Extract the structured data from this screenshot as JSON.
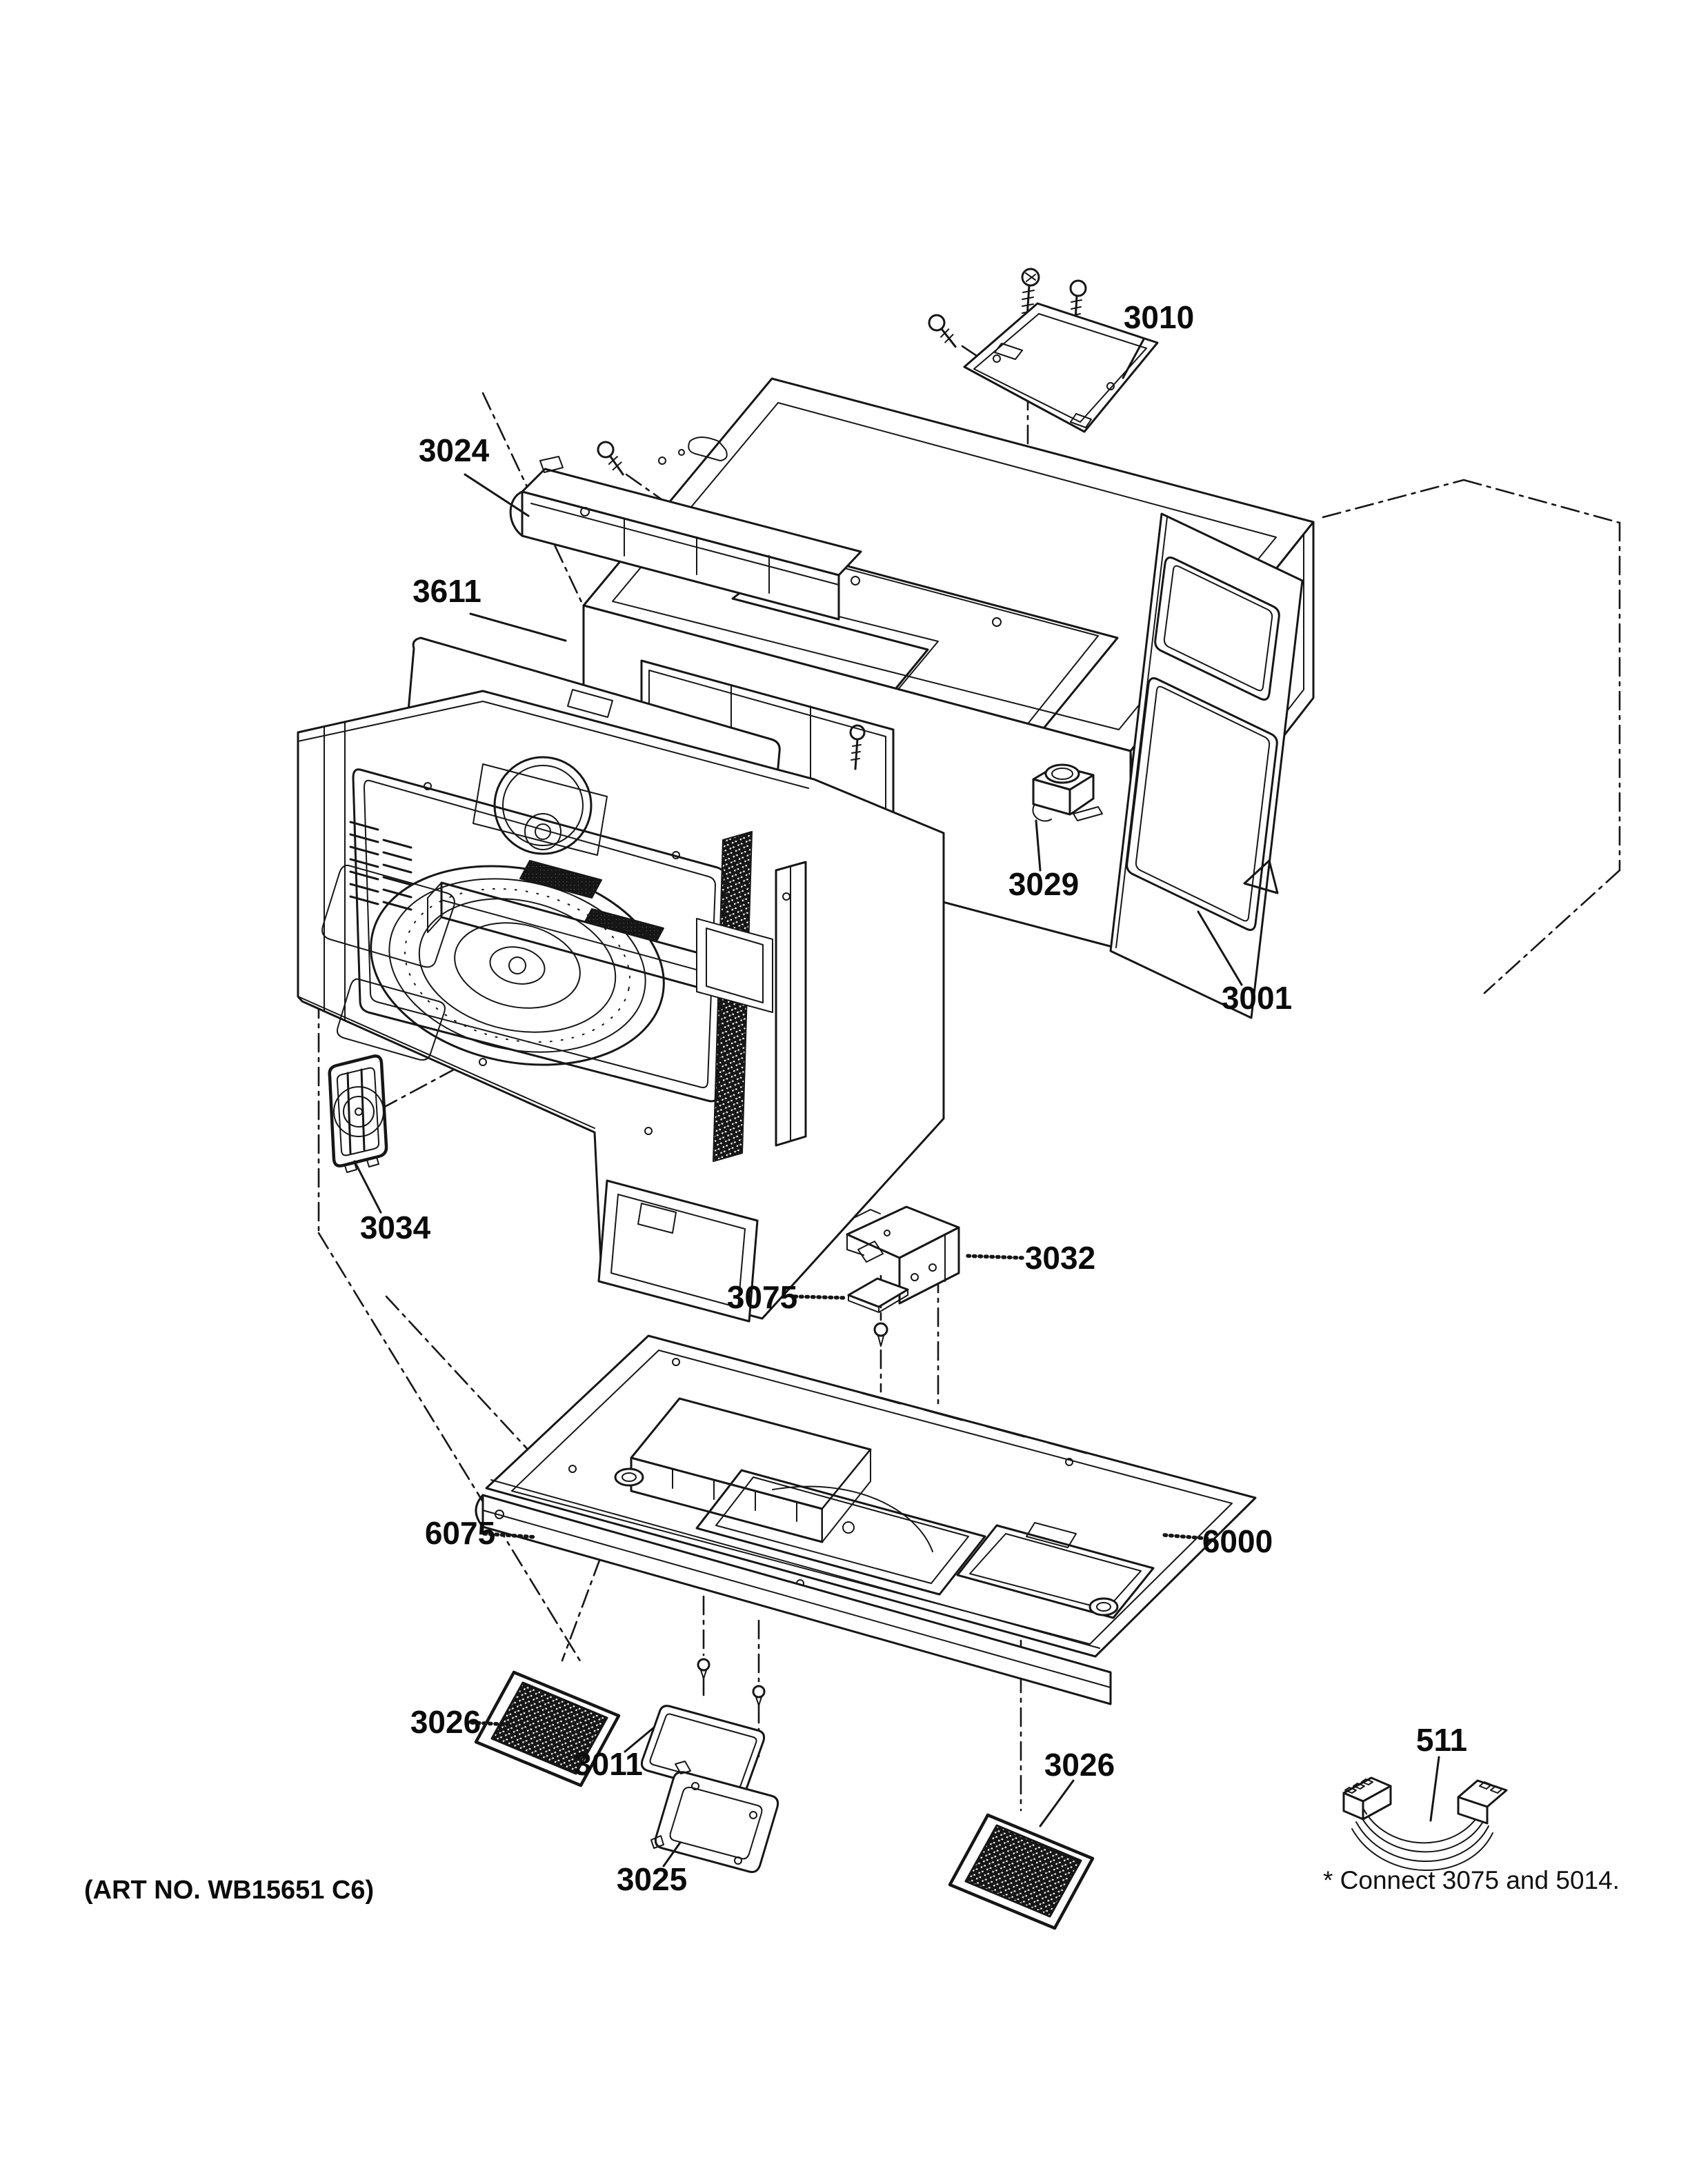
{
  "diagram": {
    "art_no": "(ART NO. WB15651 C6)",
    "footnote": "* Connect 3075 and 5014.",
    "colors": {
      "ink": "#161616",
      "background": "#ffffff"
    },
    "part_labels": [
      {
        "id": "3010",
        "text": "3010"
      },
      {
        "id": "3024",
        "text": "3024"
      },
      {
        "id": "3611",
        "text": "3611"
      },
      {
        "id": "3029",
        "text": "3029"
      },
      {
        "id": "3001",
        "text": "3001"
      },
      {
        "id": "3034",
        "text": "3034"
      },
      {
        "id": "3032",
        "text": "3032"
      },
      {
        "id": "3075",
        "text": "3075"
      },
      {
        "id": "6075",
        "text": "6075"
      },
      {
        "id": "6000",
        "text": "6000"
      },
      {
        "id": "3026-left",
        "text": "3026"
      },
      {
        "id": "3011",
        "text": "3011"
      },
      {
        "id": "3025",
        "text": "3025"
      },
      {
        "id": "3026-right",
        "text": "3026"
      },
      {
        "id": "511",
        "text": "511"
      }
    ]
  }
}
